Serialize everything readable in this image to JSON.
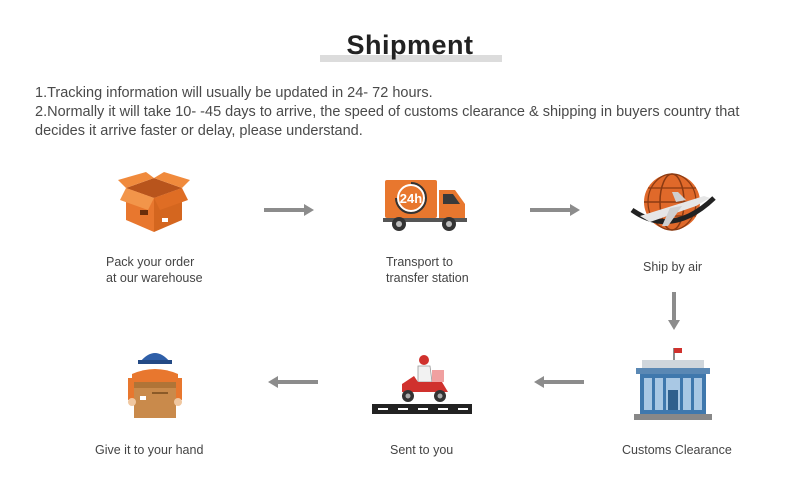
{
  "page": {
    "title": "Shipment",
    "notes": [
      "1.Tracking information will usually be updated in 24- 72 hours.",
      "2.Normally it will take 10- -45 days to arrive, the speed of customs clearance & shipping in buyers country that",
      "decides it arrive faster or delay, please understand."
    ]
  },
  "steps": [
    {
      "icon": "box-icon",
      "line1": "Pack your order",
      "line2": "at our warehouse"
    },
    {
      "icon": "truck-icon",
      "badge": "24h",
      "line1": "Transport to",
      "line2": "transfer station"
    },
    {
      "icon": "globe-plane-icon",
      "line1": "Ship by air",
      "line2": ""
    },
    {
      "icon": "customs-building-icon",
      "line1": "Customs Clearance",
      "line2": ""
    },
    {
      "icon": "delivery-scooter-icon",
      "line1": "Sent to you",
      "line2": ""
    },
    {
      "icon": "courier-icon",
      "line1": "Give it to your hand",
      "line2": ""
    }
  ],
  "colors": {
    "orange": "#e8772e",
    "dark_orange": "#c5581a",
    "arrow": "#8c8c8c",
    "text": "#444444"
  }
}
